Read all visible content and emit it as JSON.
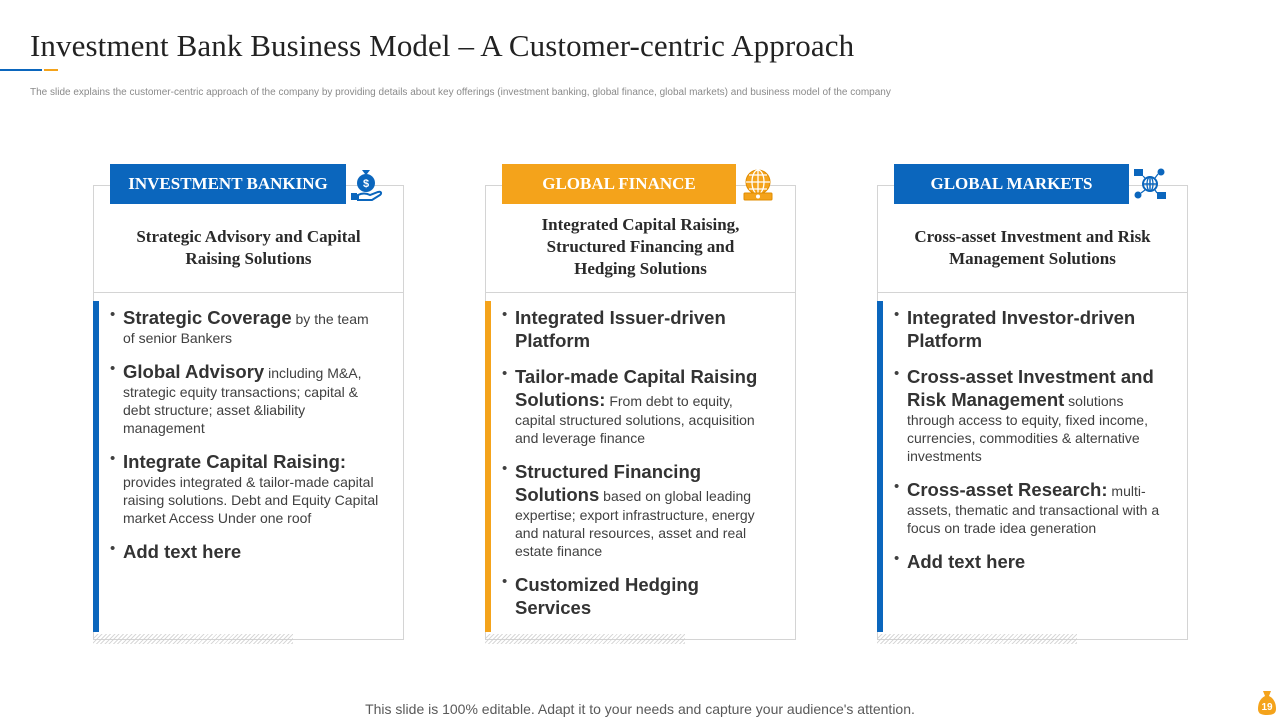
{
  "slide": {
    "title": "Investment Bank Business Model – A Customer-centric Approach",
    "subtitle": "The slide explains the customer-centric approach of the company by providing details about key offerings (investment banking, global finance, global markets) and business model of the company",
    "footer": "This slide is 100% editable. Adapt it to your needs and capture your audience's attention.",
    "page_number": "19"
  },
  "colors": {
    "blue": "#0b66bd",
    "orange": "#f4a31b"
  },
  "columns": [
    {
      "header": "INVESTMENT BANKING",
      "icon": "money-bag-hand-icon",
      "summary_lines": [
        "Strategic Advisory and Capital",
        "Raising Solutions"
      ],
      "bullets": [
        {
          "bold": "Strategic Coverage",
          "text": " by the team of senior Bankers"
        },
        {
          "bold": "Global Advisory",
          "text": " including M&A, strategic equity transactions; capital & debt structure; asset &liability management"
        },
        {
          "bold": "Integrate Capital Raising:",
          "text": " provides integrated  & tailor-made capital raising solutions. Debt and Equity Capital market Access Under one roof"
        },
        {
          "bold": "Add text here",
          "text": ""
        }
      ]
    },
    {
      "header": "GLOBAL FINANCE",
      "icon": "globe-money-icon",
      "summary_lines": [
        "Integrated Capital Raising,",
        "Structured Financing and",
        "Hedging Solutions"
      ],
      "bullets": [
        {
          "bold": "Integrated Issuer-driven Platform",
          "text": ""
        },
        {
          "bold": "Tailor-made Capital Raising Solutions:",
          "text": " From debt to equity, capital structured solutions, acquisition and leverage finance"
        },
        {
          "bold": "Structured Financing Solutions",
          "text": " based on global leading expertise; export infrastructure, energy and natural resources, asset and real estate finance"
        },
        {
          "bold": "Customized Hedging Services",
          "text": ""
        }
      ]
    },
    {
      "header": "GLOBAL MARKETS",
      "icon": "global-network-icon",
      "summary_lines": [
        "Cross-asset Investment and Risk",
        "Management Solutions"
      ],
      "bullets": [
        {
          "bold": "Integrated Investor-driven Platform",
          "text": ""
        },
        {
          "bold": "Cross-asset Investment and Risk Management",
          "text": " solutions through access to equity, fixed income, currencies, commodities & alternative investments"
        },
        {
          "bold": "Cross-asset Research:",
          "text": " multi-assets, thematic and transactional with a focus on trade idea generation"
        },
        {
          "bold": "Add text here",
          "text": ""
        }
      ]
    }
  ]
}
